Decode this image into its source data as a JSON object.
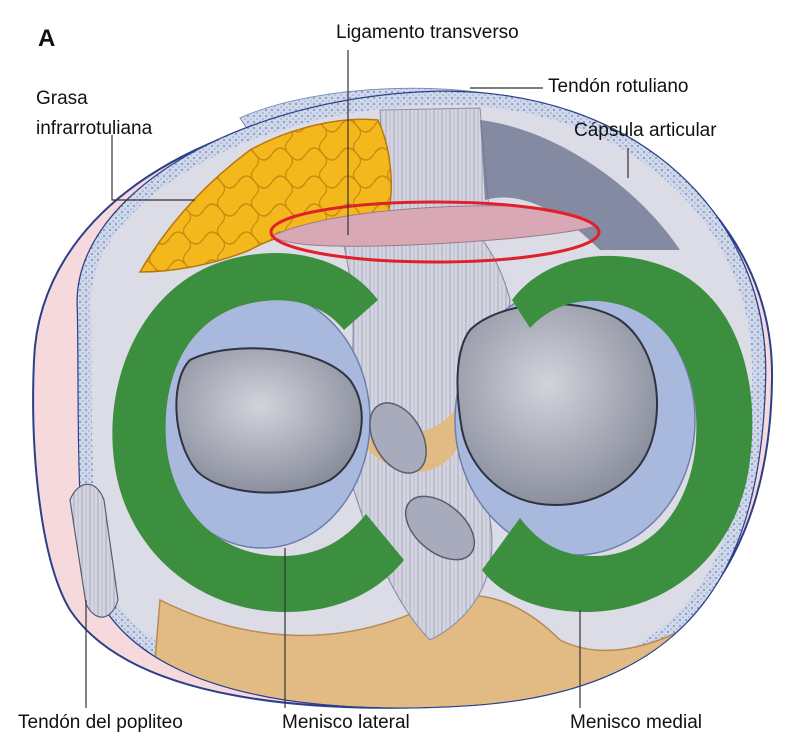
{
  "figure": {
    "panel_letter": "A",
    "labels": {
      "grasa_line1": "Grasa",
      "grasa_line2": "infrarrotuliana",
      "ligamento_transverso": "Ligamento transverso",
      "tendon_rotuliano": "Tendón rotuliano",
      "capsula_articular": "Cápsula articular",
      "tendon_popliteo": "Tendón del popliteo",
      "menisco_lateral": "Menisco lateral",
      "menisco_medial": "Menisco medial"
    }
  },
  "colors": {
    "background": "#ffffff",
    "capsule_pink": "#f6d9dc",
    "capsule_outline": "#2b3f8a",
    "fat_yellow": "#f4b81c",
    "meniscus_green": "#3c8f3f",
    "tibial_blue": "#a9b9de",
    "cartilage_grey": "#9ea1ad",
    "ligament_fiber": "#c8c9d6",
    "bone_tan": "#e2ba84",
    "highlight_red": "#e0202a"
  }
}
